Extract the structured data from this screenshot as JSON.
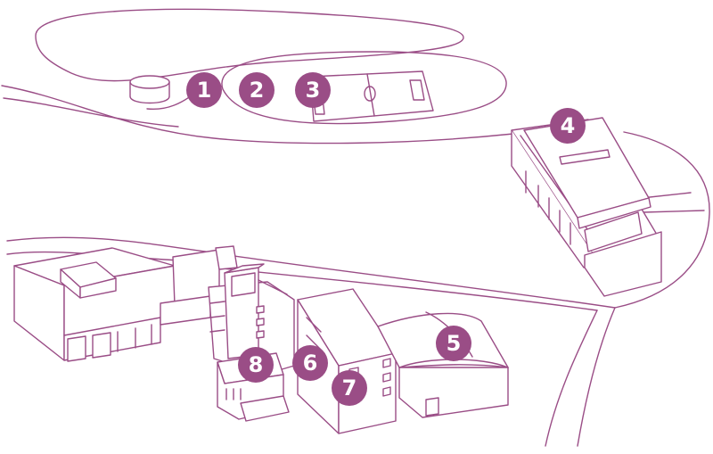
{
  "colors": {
    "accent": "#9a4d86",
    "line": "#9a4d86"
  },
  "markers": [
    {
      "label": "1"
    },
    {
      "label": "2"
    },
    {
      "label": "3"
    },
    {
      "label": "4"
    },
    {
      "label": "5"
    },
    {
      "label": "6"
    },
    {
      "label": "7"
    },
    {
      "label": "8"
    }
  ]
}
